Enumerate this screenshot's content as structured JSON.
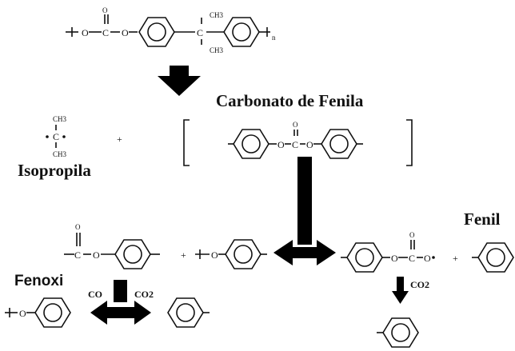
{
  "labels": {
    "carbonato": "Carbonato de Fenila",
    "isopropila": "Isopropila",
    "fenil": "Fenil",
    "fenoxi": "Fenoxi",
    "plus": "+",
    "subscript_n": "n"
  },
  "atoms": {
    "ch3": "CH3",
    "c": "C",
    "o": "O",
    "co": "CO",
    "co2": "CO2"
  }
}
